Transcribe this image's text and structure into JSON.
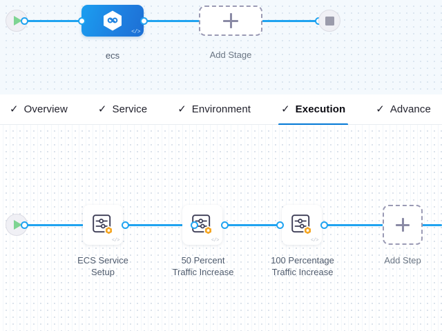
{
  "stage_canvas": {
    "start_node": {
      "name": "pipeline-start",
      "icon": "play-icon"
    },
    "stage": {
      "label": "ecs",
      "icon": "harness-hexagon-icon",
      "code_badge": "</>"
    },
    "add_stage": {
      "label": "Add Stage",
      "icon": "plus-icon"
    },
    "end_node": {
      "name": "pipeline-end",
      "icon": "stop-icon"
    }
  },
  "tabs": [
    {
      "label": "Overview",
      "check": "✓",
      "active": false
    },
    {
      "label": "Service",
      "check": "✓",
      "active": false
    },
    {
      "label": "Environment",
      "check": "✓",
      "active": false
    },
    {
      "label": "Execution",
      "check": "✓",
      "active": true
    },
    {
      "label": "Advance",
      "check": "✓",
      "active": false
    }
  ],
  "execution_canvas": {
    "start_node": {
      "name": "execution-start",
      "icon": "play-icon"
    },
    "steps": [
      {
        "label_line1": "ECS Service",
        "label_line2": "Setup",
        "icon": "step-settings-icon",
        "badge": "orange-hexagon-badge",
        "code_badge": "</>"
      },
      {
        "label_line1": "50 Percent",
        "label_line2": "Traffic Increase",
        "icon": "step-settings-icon",
        "badge": "orange-hexagon-badge",
        "code_badge": "</>"
      },
      {
        "label_line1": "100 Percentage",
        "label_line2": "Traffic Increase",
        "icon": "step-settings-icon",
        "badge": "orange-hexagon-badge",
        "code_badge": "</>"
      }
    ],
    "add_step": {
      "label": "Add Step",
      "icon": "plus-icon"
    }
  },
  "colors": {
    "connector": "#1fa3f0",
    "stage_node": "#1e82e0",
    "active_tab_underline": "#0278d5",
    "step_badge": "#f5a623",
    "dashed_border": "#9a9ab4",
    "play_green": "#7ed492",
    "stop_gray": "#9b9bab"
  }
}
